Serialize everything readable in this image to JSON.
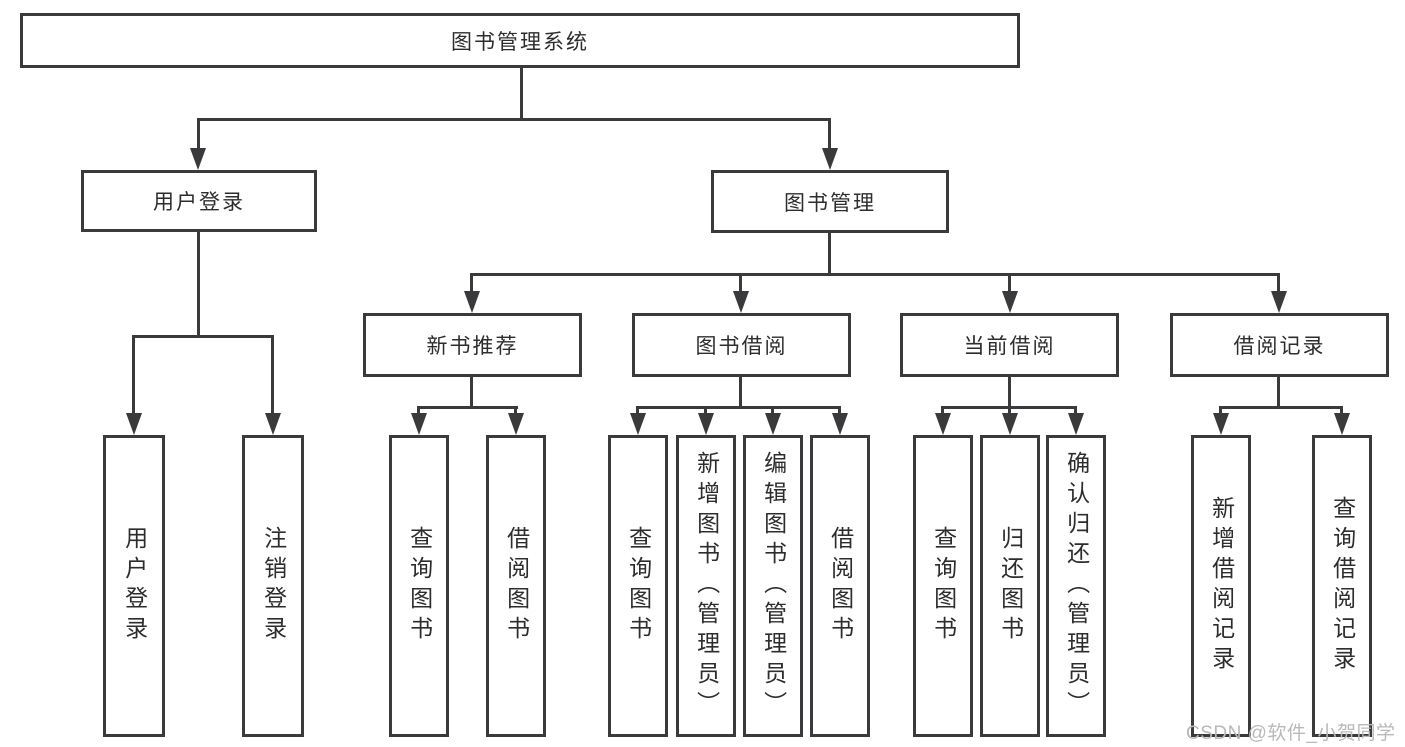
{
  "watermark": "CSDN @软件_小贺同学",
  "colors": {
    "line": "#3a3a3c",
    "box_border": "#3a3a3c",
    "text": "#2d2d2d",
    "watermark": "#b9b9b9",
    "background": "#ffffff"
  },
  "tree": {
    "label": "图书管理系统",
    "children": [
      {
        "label": "用户登录",
        "children": [
          {
            "label": "用户登录"
          },
          {
            "label": "注销登录"
          }
        ]
      },
      {
        "label": "图书管理",
        "children": [
          {
            "label": "新书推荐",
            "children": [
              {
                "label": "查询图书"
              },
              {
                "label": "借阅图书"
              }
            ]
          },
          {
            "label": "图书借阅",
            "children": [
              {
                "label": "查询图书"
              },
              {
                "label": "新增图书（管理员）"
              },
              {
                "label": "编辑图书（管理员）"
              },
              {
                "label": "借阅图书"
              }
            ]
          },
          {
            "label": "当前借阅",
            "children": [
              {
                "label": "查询图书"
              },
              {
                "label": "归还图书"
              },
              {
                "label": "确认归还（管理员）"
              }
            ]
          },
          {
            "label": "借阅记录",
            "children": [
              {
                "label": "新增借阅记录"
              },
              {
                "label": "查询借阅记录"
              }
            ]
          }
        ]
      }
    ]
  }
}
